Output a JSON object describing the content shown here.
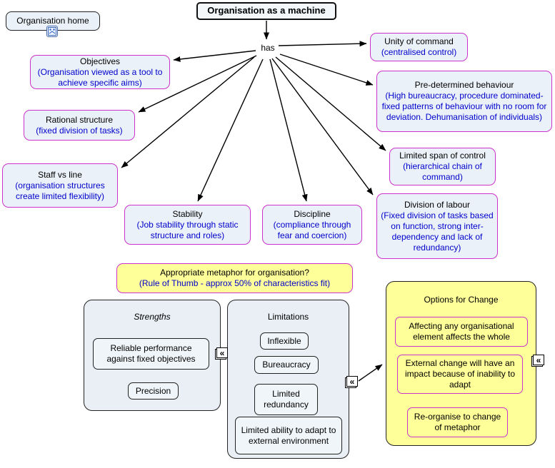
{
  "colors": {
    "concept_border": "#cc33cc",
    "concept_bg": "#eaf1f8",
    "subtitle_text": "#0000cc",
    "highlight_bg": "#ffff99",
    "line": "#000000"
  },
  "icons": {
    "collapsed_glyph": "«",
    "resource": "cmap-resource-icon"
  },
  "nodes": {
    "org_home": {
      "label": "Organisation home"
    },
    "main_title": {
      "label": "Organisation as a machine"
    },
    "has": {
      "label": "has"
    },
    "unity": {
      "title": "Unity of command",
      "subtitle": "(centralised control)"
    },
    "objectives": {
      "title": "Objectives",
      "subtitle": "(Organisation viewed as a tool to achieve specific aims)"
    },
    "predetermined": {
      "title": "Pre-determined behaviour",
      "subtitle": "(High bureaucracy, procedure dominated- fixed patterns of behaviour with no room for deviation. Dehumanisation of individuals)"
    },
    "rational": {
      "title": "Rational structure",
      "subtitle": "(fixed division of tasks)"
    },
    "limited_span": {
      "title": "Limited span of control",
      "subtitle": "(hierarchical chain of command)"
    },
    "staff_line": {
      "title": "Staff vs line",
      "subtitle": "(organisation structures create limited flexibility)"
    },
    "stability": {
      "title": "Stability",
      "subtitle": "(Job stability through static structure and roles)"
    },
    "discipline": {
      "title": "Discipline",
      "subtitle": "(compliance through fear and coercion)"
    },
    "division": {
      "title": "Division of labour",
      "subtitle": "(Fixed division of tasks based on function, strong inter-dependency and lack of redundancy)"
    },
    "metaphor": {
      "title": "Appropriate metaphor for organisation?",
      "subtitle": "(Rule of Thumb - approx 50% of characteristics fit)"
    }
  },
  "groups": {
    "strengths": {
      "title": "Strengths",
      "items": [
        "Reliable performance against fixed objectives",
        "Precision"
      ]
    },
    "limitations": {
      "title": "Limitations",
      "items": [
        "Inflexible",
        "Bureaucracy",
        "Limited redundancy",
        "Limited ability to adapt to external environment"
      ]
    },
    "options": {
      "title": "Options for Change",
      "items": [
        "Affecting any organisational element affects the whole",
        "External change will have an impact because of inability to adapt",
        "Re-organise to change of metaphor"
      ]
    }
  }
}
